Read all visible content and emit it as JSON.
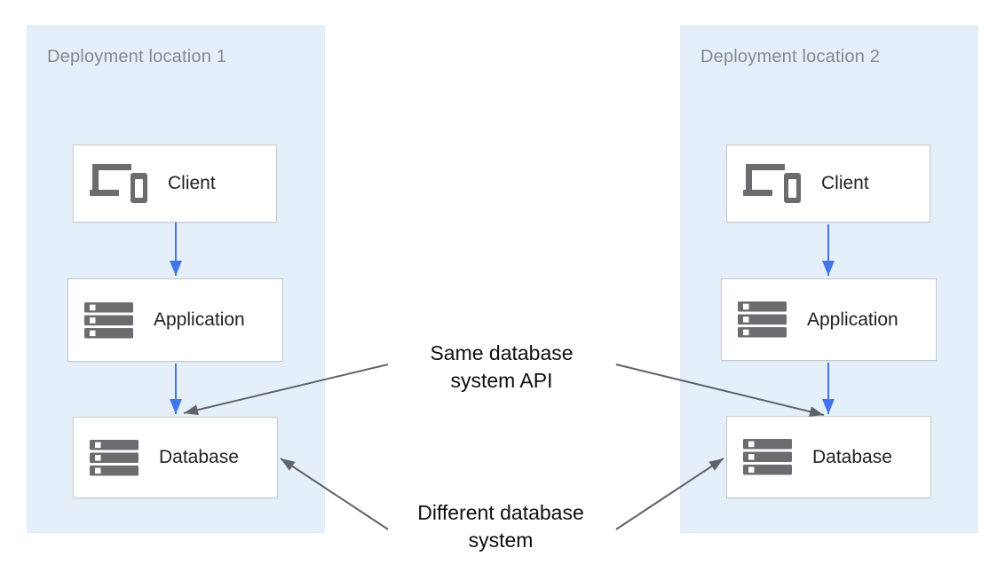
{
  "diagram": {
    "panels": [
      {
        "title": "Deployment location 1",
        "nodes": [
          {
            "label": "Client",
            "icon": "devices-icon"
          },
          {
            "label": "Application",
            "icon": "server-stack-icon"
          },
          {
            "label": "Database",
            "icon": "server-stack-icon"
          }
        ]
      },
      {
        "title": "Deployment location 2",
        "nodes": [
          {
            "label": "Client",
            "icon": "devices-icon"
          },
          {
            "label": "Application",
            "icon": "server-stack-icon"
          },
          {
            "label": "Database",
            "icon": "server-stack-icon"
          }
        ]
      }
    ],
    "annotations": [
      {
        "id": "same-db-api",
        "lines": [
          "Same database",
          "system API"
        ]
      },
      {
        "id": "different-db",
        "lines": [
          "Different database",
          "system"
        ]
      }
    ],
    "edges": [
      {
        "from": "client-1",
        "to": "application-1",
        "style": "blue-arrow"
      },
      {
        "from": "application-1",
        "to": "database-1",
        "style": "blue-arrow"
      },
      {
        "from": "client-2",
        "to": "application-2",
        "style": "blue-arrow"
      },
      {
        "from": "application-2",
        "to": "database-2",
        "style": "blue-arrow"
      },
      {
        "from": "same-db-api",
        "to": "database-1",
        "style": "gray-arrow"
      },
      {
        "from": "same-db-api",
        "to": "database-2",
        "style": "gray-arrow"
      },
      {
        "from": "different-db",
        "to": "database-1",
        "style": "gray-arrow"
      },
      {
        "from": "different-db",
        "to": "database-2",
        "style": "gray-arrow"
      }
    ],
    "colors": {
      "panel_bg": "#E5EFF9",
      "panel_title": "#85898D",
      "box_border": "#C5C9CD",
      "box_bg": "#FFFFFF",
      "icon_gray": "#6A6C6F",
      "label_text": "#212121",
      "annotation_text": "#0E0E0E",
      "arrow_blue": "#4276E8",
      "arrow_gray": "#5F6368"
    }
  }
}
